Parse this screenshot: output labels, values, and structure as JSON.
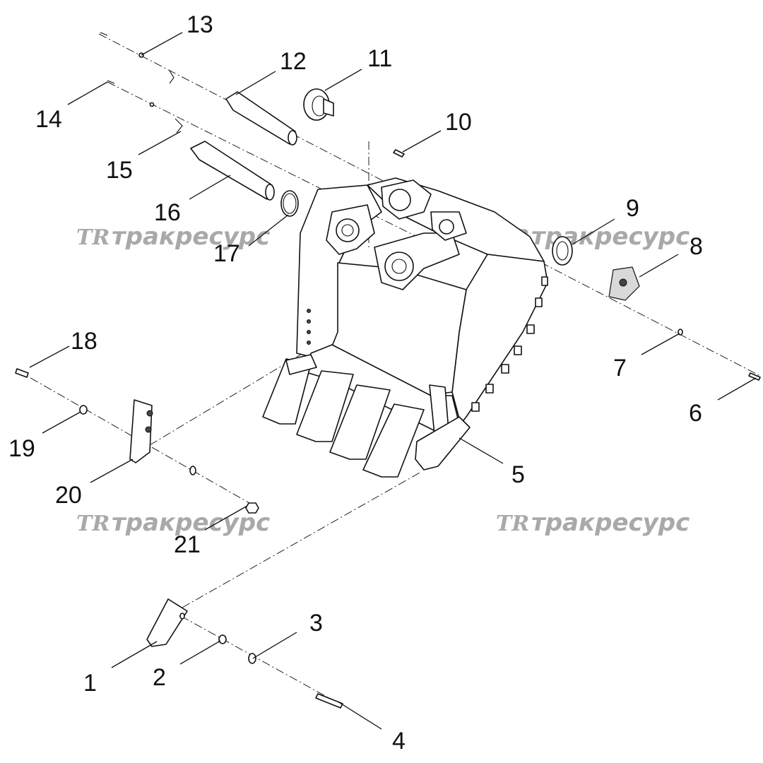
{
  "callouts": [
    "1",
    "2",
    "3",
    "4",
    "5",
    "6",
    "7",
    "8",
    "9",
    "10",
    "11",
    "12",
    "13",
    "14",
    "15",
    "16",
    "17",
    "18",
    "19",
    "20",
    "21"
  ],
  "watermark": {
    "logo": "TR",
    "text": "тракресурс"
  }
}
